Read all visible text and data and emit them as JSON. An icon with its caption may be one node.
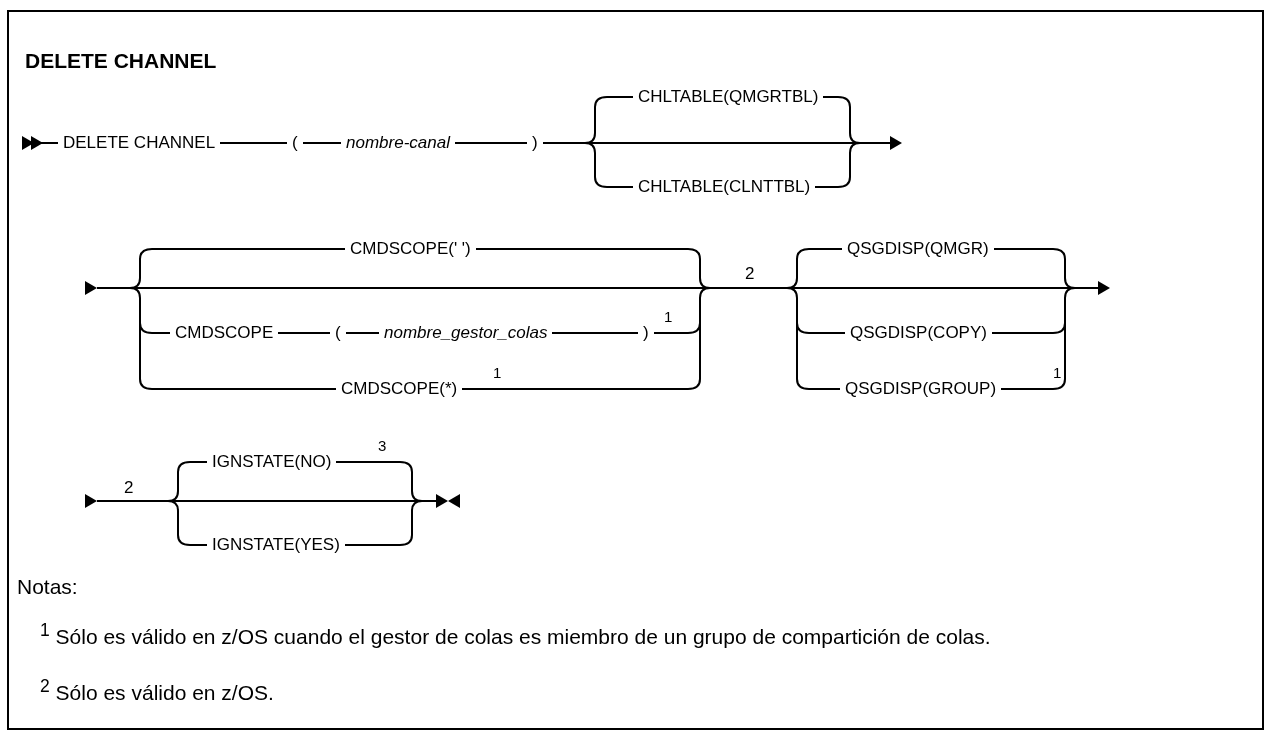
{
  "diagram": {
    "title": "DELETE CHANNEL",
    "labels": [
      "DELETE CHANNEL",
      "(",
      "nombre-canal",
      ")",
      "CHLTABLE(QMGRTBL)",
      "CHLTABLE(CLNTTBL)",
      "CMDSCOPE(' ')",
      "QSGDISP(QMGR)",
      "2",
      "CMDSCOPE",
      "(",
      "nombre_gestor_colas",
      ")",
      "1",
      "QSGDISP(COPY)",
      "CMDSCOPE(*)",
      "1",
      "QSGDISP(GROUP)",
      "1",
      "IGNSTATE(NO)",
      "3",
      "2",
      "IGNSTATE(YES)",
      "Notas:",
      "$^{1}$ Sólo es válido en z/OS cuando el gestor de colas es miembro de un grupo de compartición de colas.",
      "$^{2}$ Sólo es válido en z/OS."
    ]
  }
}
